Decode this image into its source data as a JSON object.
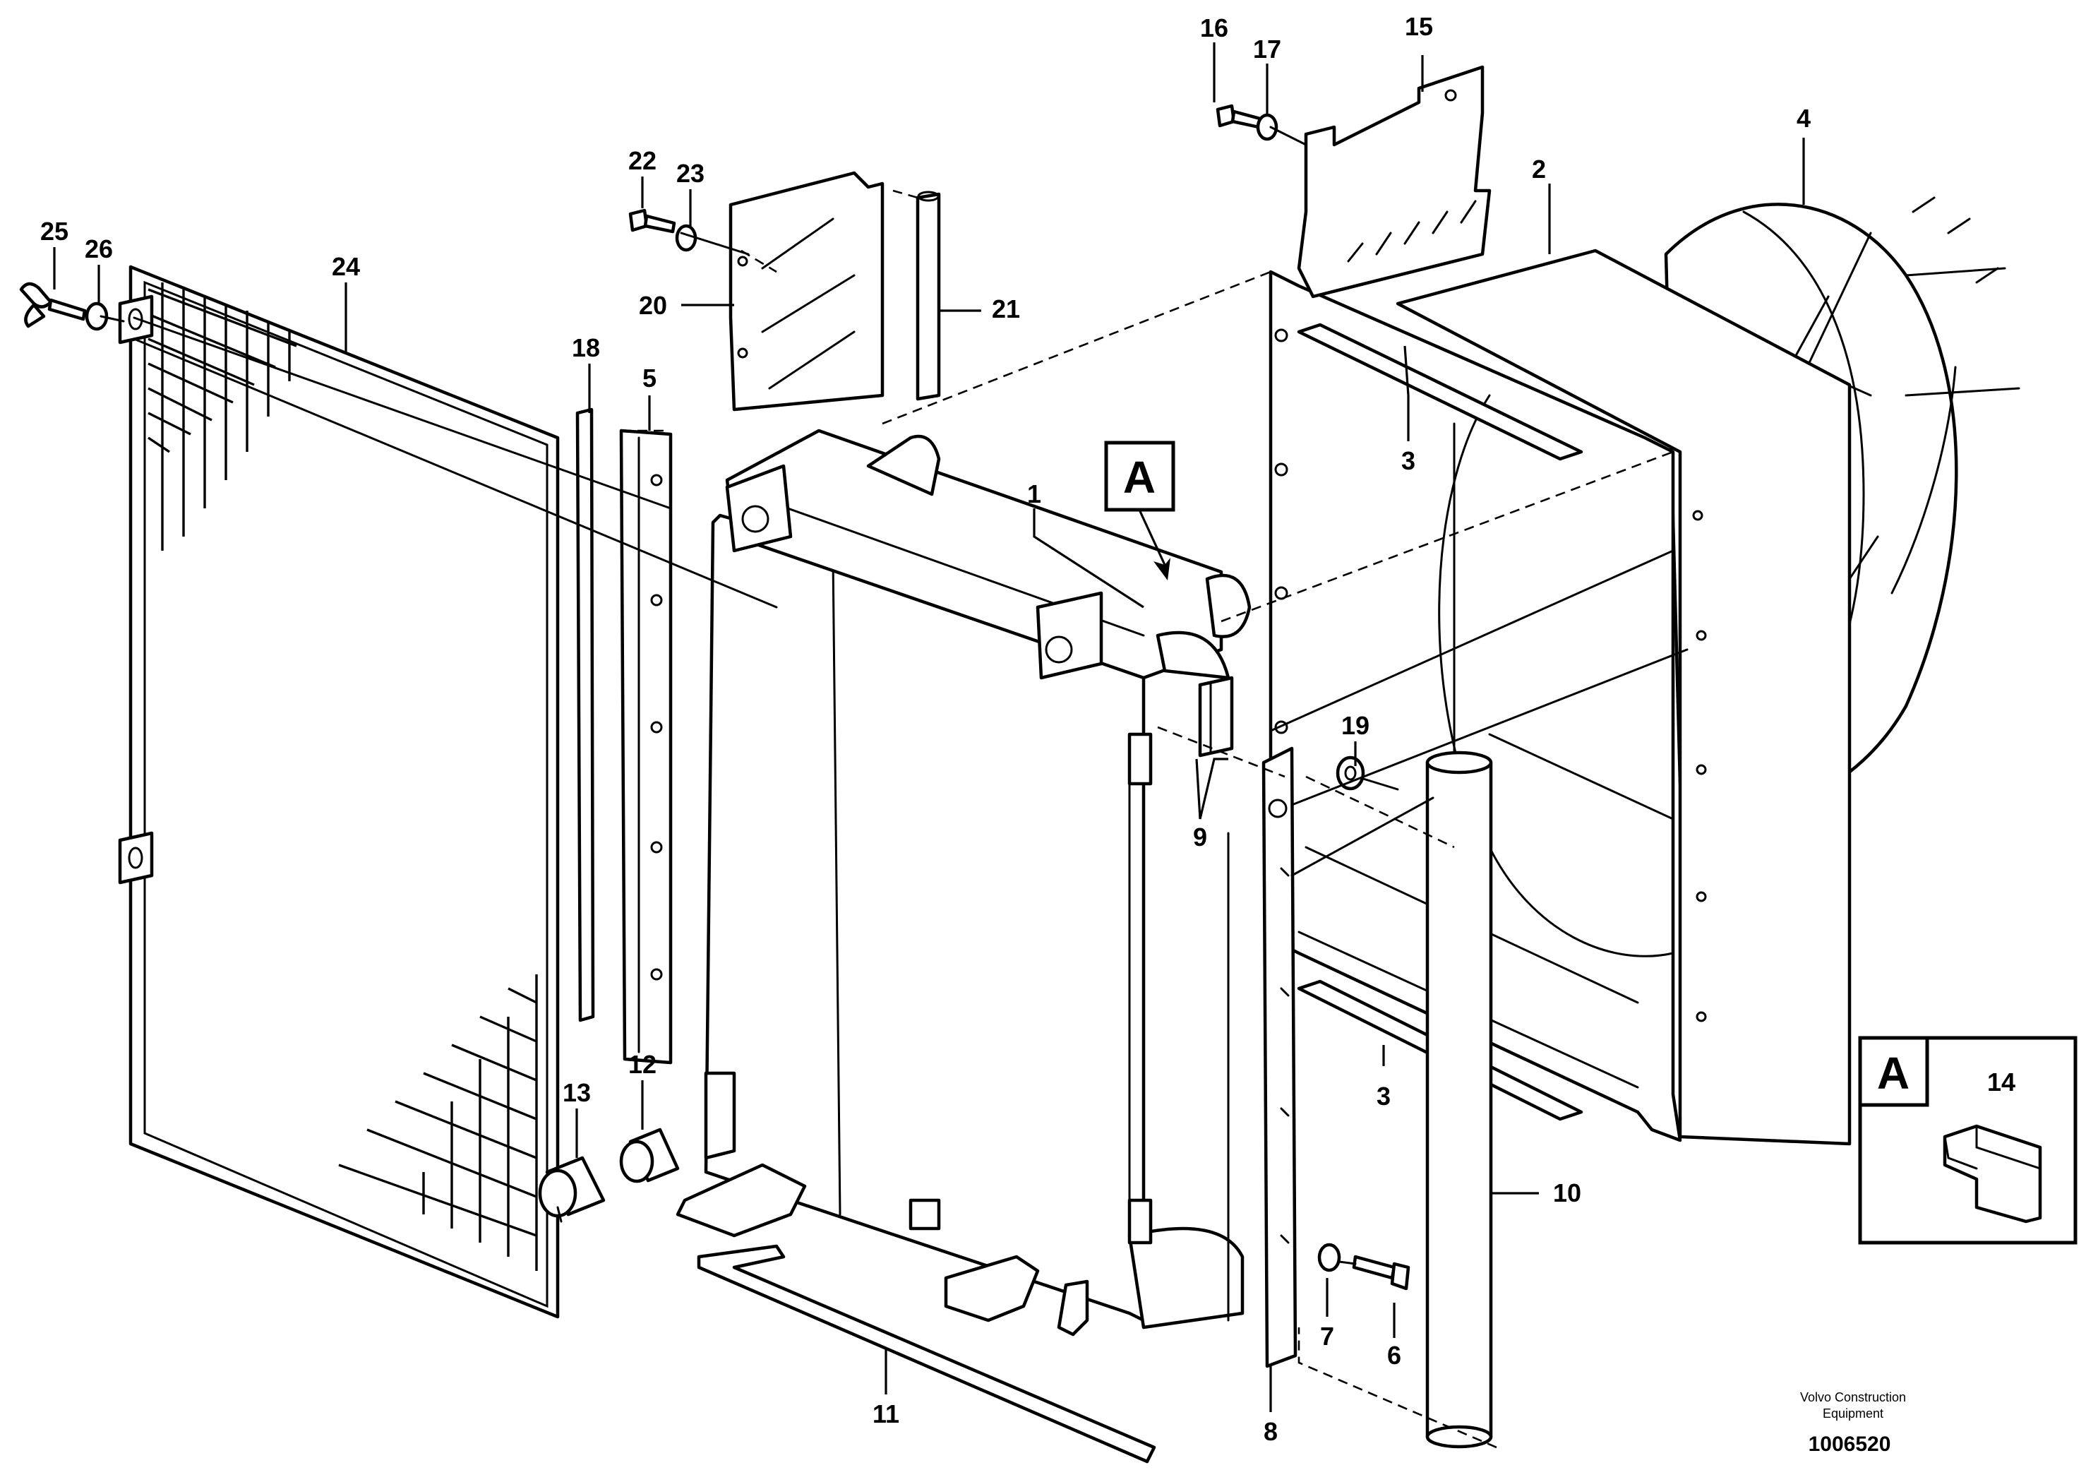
{
  "parts": [
    {
      "id": "1",
      "label": "1"
    },
    {
      "id": "2",
      "label": "2"
    },
    {
      "id": "3",
      "label": "3"
    },
    {
      "id": "4",
      "label": "4"
    },
    {
      "id": "5",
      "label": "5"
    },
    {
      "id": "6",
      "label": "6"
    },
    {
      "id": "7",
      "label": "7"
    },
    {
      "id": "8",
      "label": "8"
    },
    {
      "id": "9",
      "label": "9"
    },
    {
      "id": "10",
      "label": "10"
    },
    {
      "id": "11",
      "label": "11"
    },
    {
      "id": "12",
      "label": "12"
    },
    {
      "id": "13",
      "label": "13"
    },
    {
      "id": "14",
      "label": "14"
    },
    {
      "id": "15",
      "label": "15"
    },
    {
      "id": "16",
      "label": "16"
    },
    {
      "id": "17",
      "label": "17"
    },
    {
      "id": "18",
      "label": "18"
    },
    {
      "id": "19",
      "label": "19"
    },
    {
      "id": "20",
      "label": "20"
    },
    {
      "id": "21",
      "label": "21"
    },
    {
      "id": "22",
      "label": "22"
    },
    {
      "id": "23",
      "label": "23"
    },
    {
      "id": "24",
      "label": "24"
    },
    {
      "id": "25",
      "label": "25"
    },
    {
      "id": "26",
      "label": "26"
    }
  ],
  "detail": {
    "marker": "A",
    "inset_title": "A"
  },
  "footer": {
    "brand_line1": "Volvo Construction",
    "brand_line2": "Equipment",
    "drawing_number": "1006520"
  }
}
